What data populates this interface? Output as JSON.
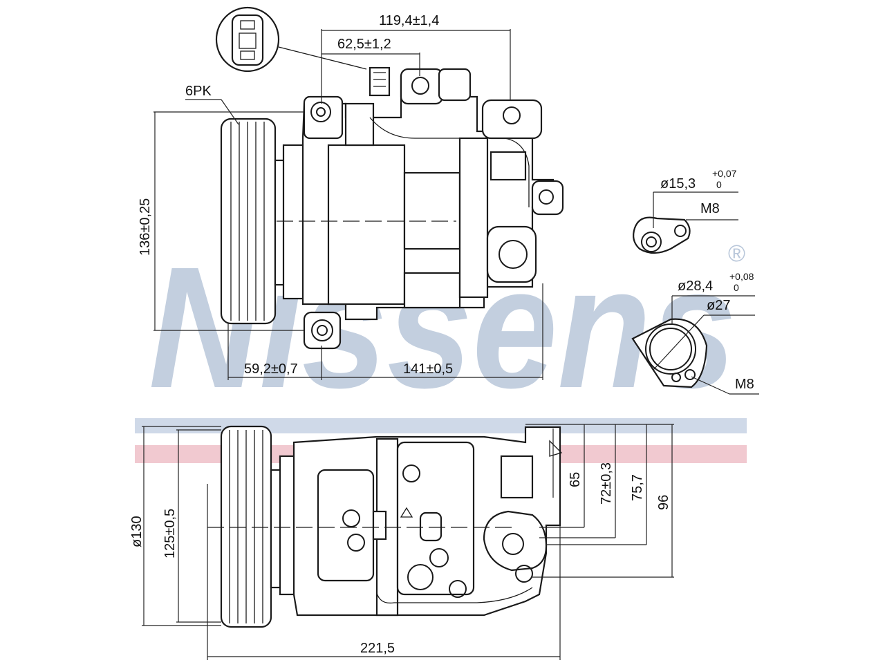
{
  "brand": {
    "logo_text": "Nissens",
    "registered_mark": "®",
    "logo_color": "#b9c7da",
    "band_blue": "#cfd9e8",
    "band_pink": "#f1c9d0"
  },
  "dimensions": {
    "top_width": "119,4±1,4",
    "connector_offset": "62,5±1,2",
    "belt_label": "6PK",
    "height_136": "136±0,25",
    "pulley_offset": "59,2±0,7",
    "body_length": "141±0,5",
    "port_small_dia": "ø15,3",
    "port_small_tol": "+0,07",
    "port_small_tol2": "0",
    "port_small_thread": "M8",
    "port_large_dia": "ø28,4",
    "port_large_tol": "+0,08",
    "port_large_tol2": "0",
    "port_large_inner": "ø27",
    "port_large_thread": "M8",
    "pulley_dia": "ø130",
    "pulley_dia2": "125±0,5",
    "side_65": "65",
    "side_72": "72±0,3",
    "side_757": "75,7",
    "side_96": "96",
    "total_length": "221,5"
  }
}
